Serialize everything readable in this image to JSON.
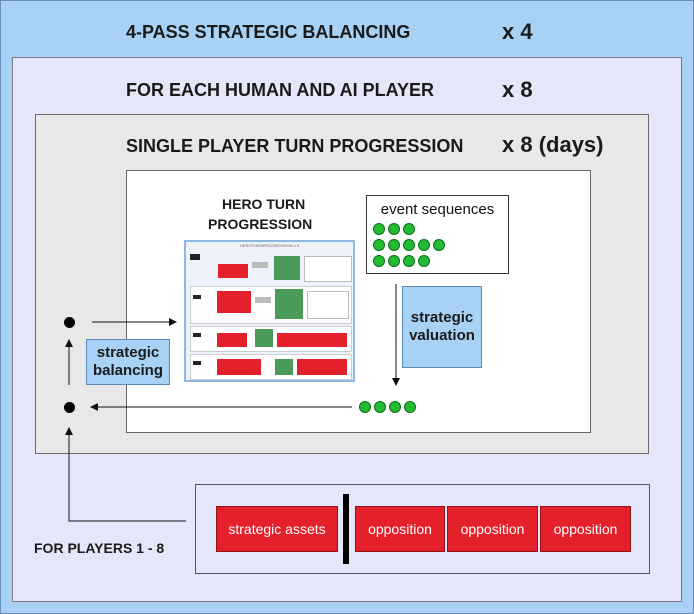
{
  "outer": {
    "title": "4-PASS STRATEGIC BALANCING",
    "mult": "x 4"
  },
  "players": {
    "title": "FOR EACH HUMAN AND AI PLAYER",
    "mult": "x 8"
  },
  "single": {
    "title": "SINGLE PLAYER TURN PROGRESSION",
    "mult": "x 8 (days)"
  },
  "hero": {
    "title_line1": "HERO TURN",
    "title_line2": "PROGRESSION",
    "thumb_title": "HEROTURNPROGRESSION x 8"
  },
  "events": {
    "title": "event sequences",
    "rows": [
      3,
      5,
      4
    ]
  },
  "strategic_valuation": {
    "line1": "strategic",
    "line2": "valuation"
  },
  "strategic_balancing": {
    "line1": "strategic",
    "line2": "balancing"
  },
  "bottom": {
    "label": "FOR PLAYERS 1 - 8",
    "assets": "strategic assets",
    "opponents": [
      "opposition",
      "opposition",
      "opposition"
    ]
  },
  "result_dots": 4,
  "colors": {
    "outer_bg": "#a8d2f5",
    "player_bg": "#e6e6fb",
    "single_bg": "#e8e8e8",
    "blue": "#a8d2f5",
    "red": "#e4202a",
    "green": "#22bb33"
  }
}
